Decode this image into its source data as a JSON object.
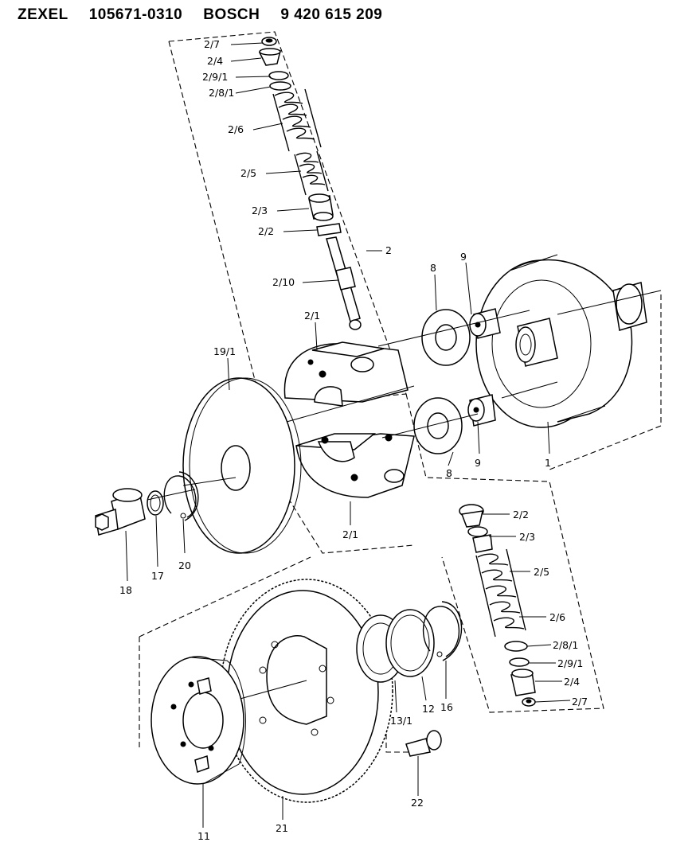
{
  "header": {
    "brand1": "ZEXEL",
    "part1": "105671-0310",
    "brand2": "BOSCH",
    "part2": "9 420 615 209"
  },
  "callouts": [
    "2/7",
    "2/4",
    "2/9/1",
    "2/8/1",
    "2/6",
    "2/5",
    "2/3",
    "2/2",
    "2",
    "2/10",
    "2/1",
    "19/1",
    "8",
    "9",
    "8",
    "9",
    "1",
    "2/1",
    "18",
    "17",
    "20",
    "2/2",
    "2/3",
    "2/5",
    "2/6",
    "2/8/1",
    "2/9/1",
    "2/4",
    "2/7",
    "16",
    "12",
    "13/1",
    "11",
    "21",
    "22"
  ]
}
